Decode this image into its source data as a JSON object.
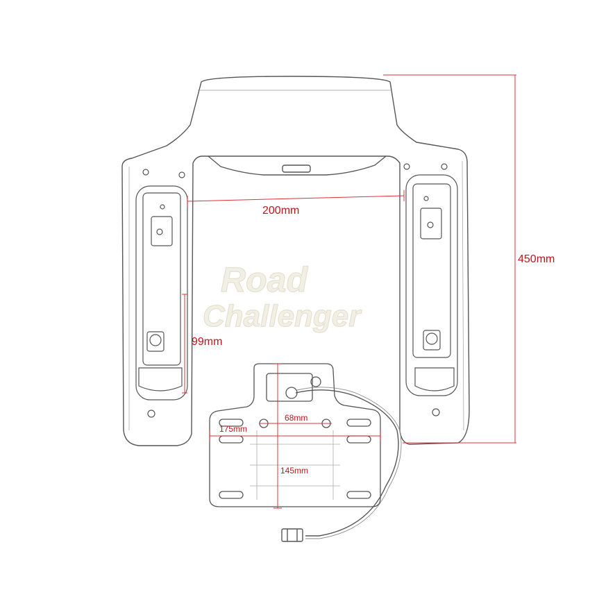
{
  "watermark": {
    "line1": "Road",
    "line2": "Challenger"
  },
  "dimensions": {
    "height": "450mm",
    "inner_width": "200mm",
    "slot_length": "99mm",
    "plate_width": "175mm",
    "hole_spacing": "68mm",
    "plate_height": "145mm"
  },
  "colors": {
    "dimension_line": "#e0303a",
    "dimension_text": "#c0141c",
    "sketch_line": "#555555",
    "watermark": "#d8d2bf"
  }
}
